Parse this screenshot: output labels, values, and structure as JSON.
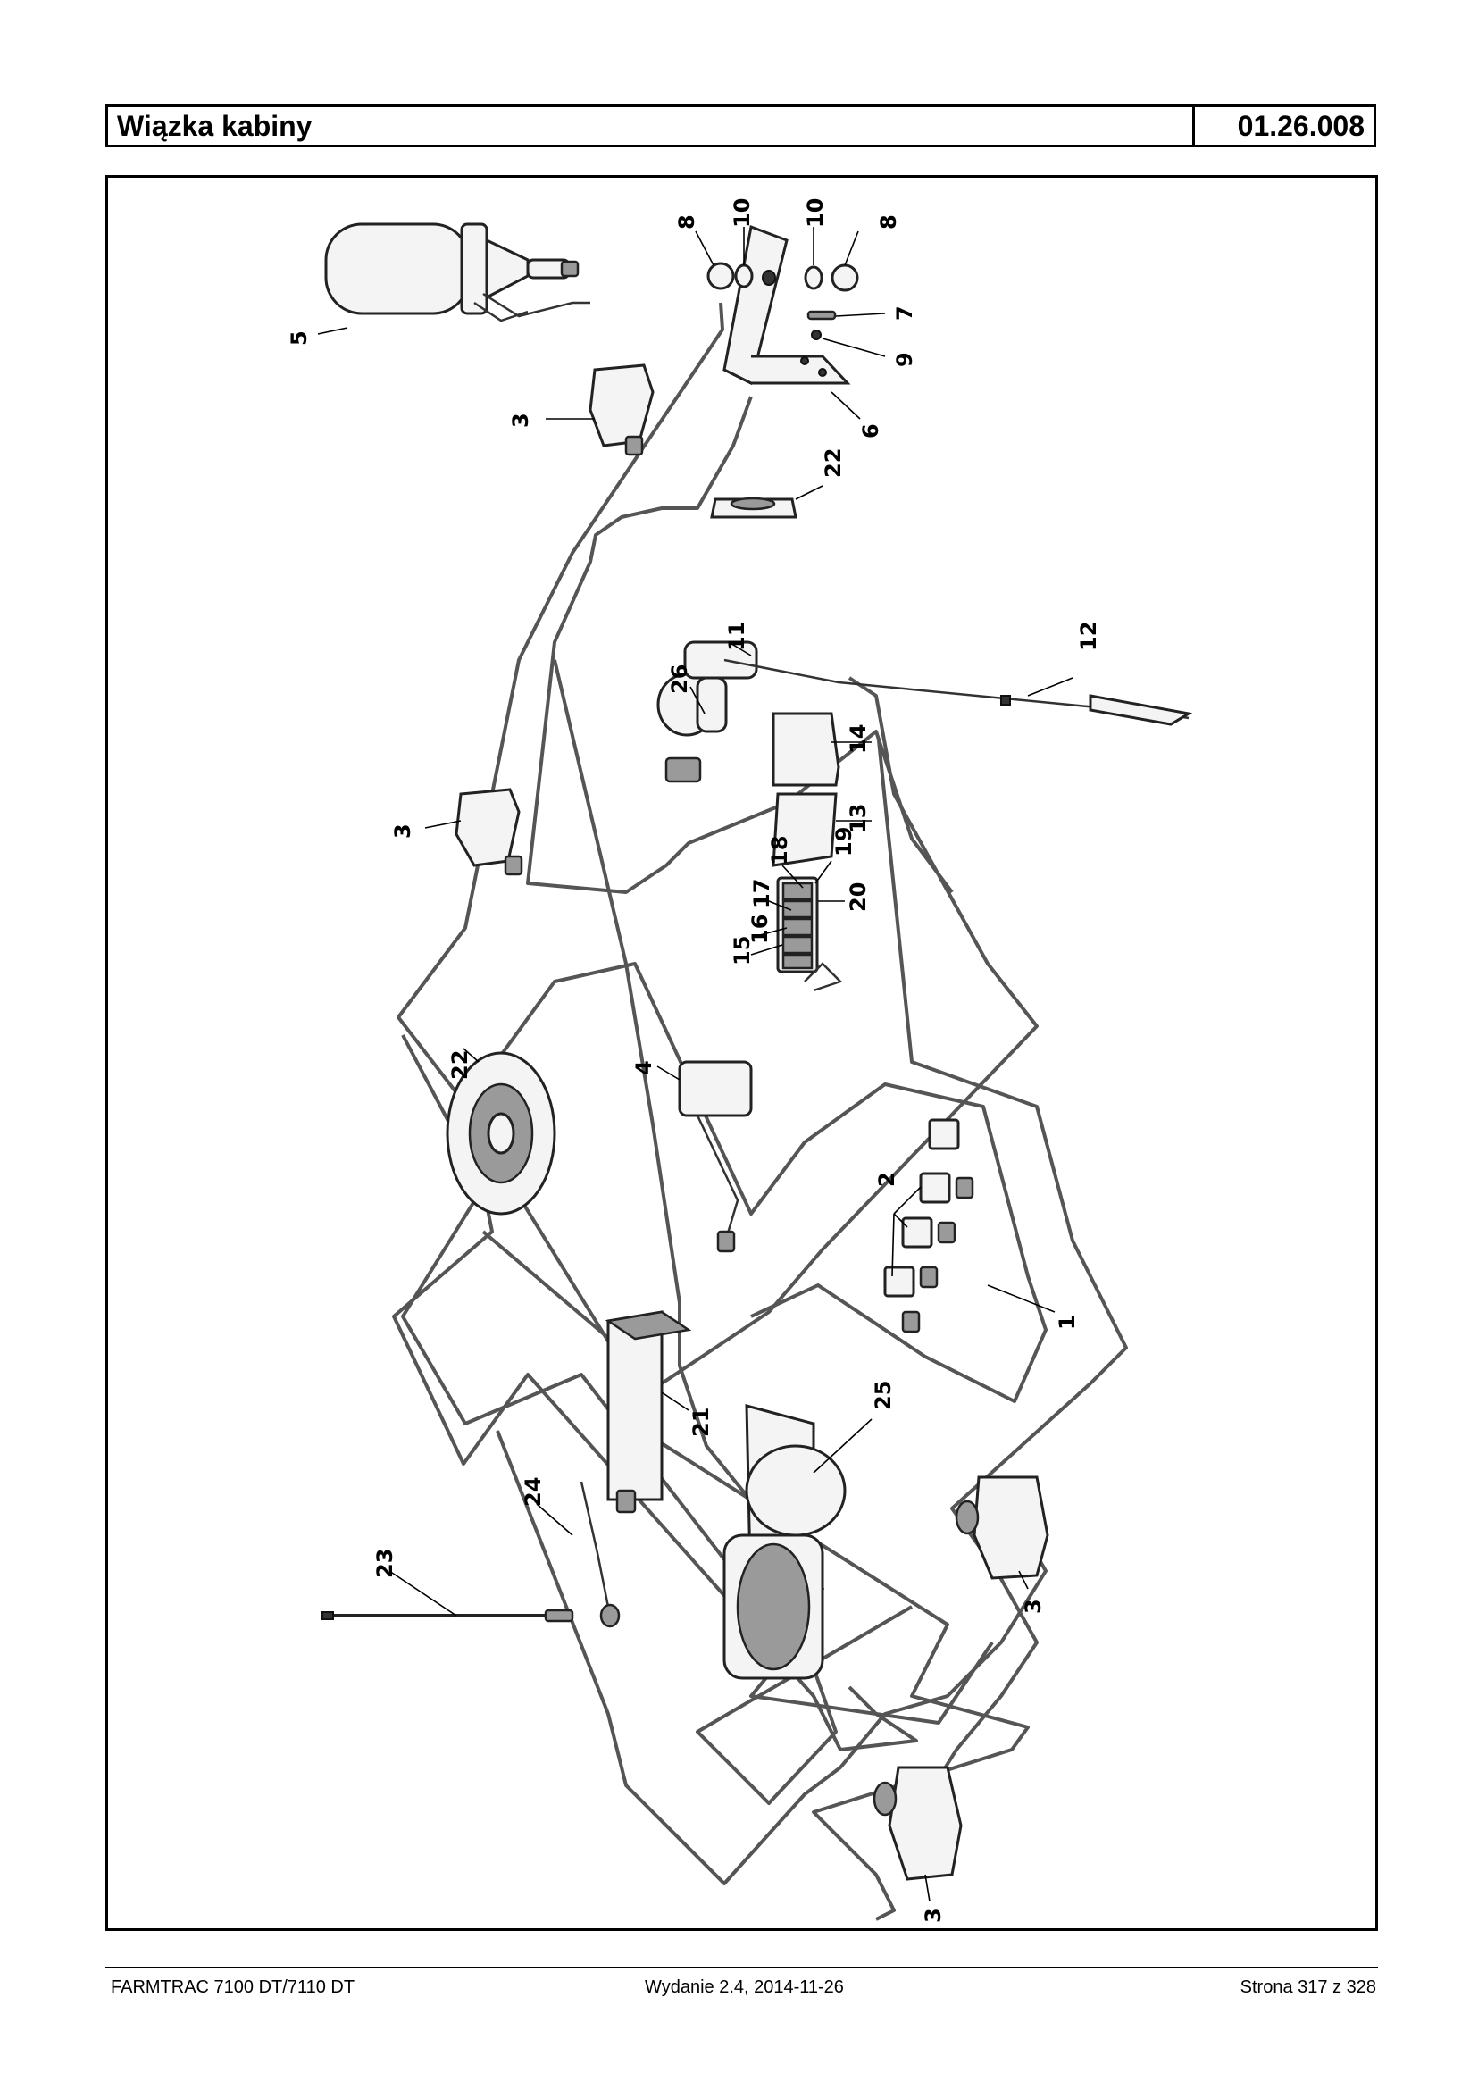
{
  "header": {
    "title": "Wiązka kabiny",
    "code": "01.26.008"
  },
  "footer": {
    "model": "FARMTRAC 7100 DT/7110 DT",
    "edition": "Wydanie 2.4,  2014-11-26",
    "page": "Strona 317 z 328"
  },
  "callouts": [
    "1",
    "2",
    "3",
    "4",
    "5",
    "6",
    "7",
    "8",
    "9",
    "10",
    "11",
    "12",
    "13",
    "14",
    "15",
    "16",
    "17",
    "18",
    "19",
    "20",
    "21",
    "22",
    "23",
    "24",
    "25",
    "26"
  ]
}
